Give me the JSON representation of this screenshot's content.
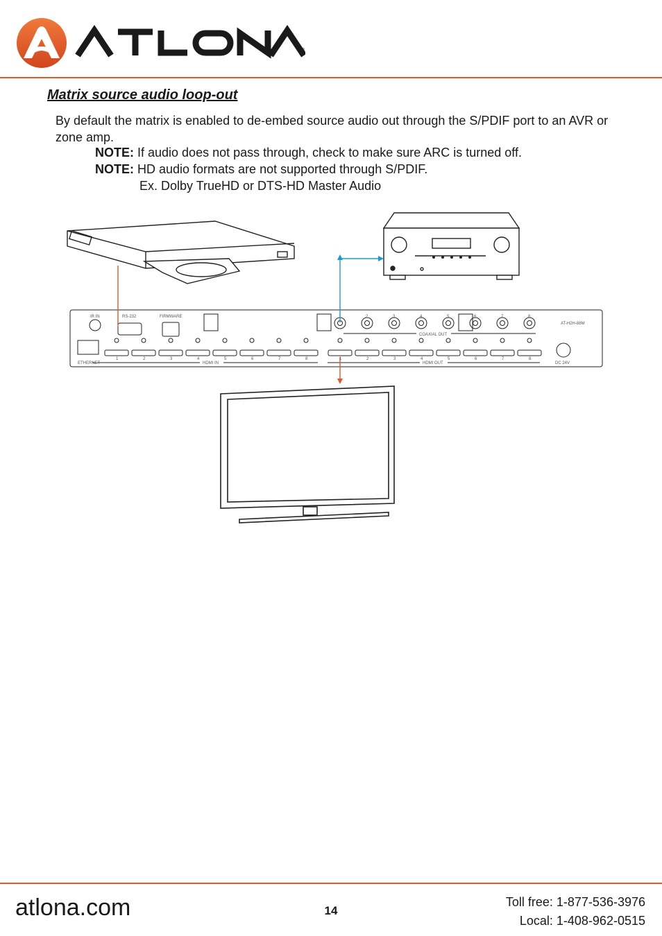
{
  "brand": {
    "name": "ATLONA",
    "registered": "®"
  },
  "section": {
    "title": "Matrix source audio loop-out"
  },
  "body": {
    "paragraph": "By default the matrix is enabled to de-embed source audio out through the S/PDIF port to an AVR or zone amp.",
    "notes": [
      {
        "label": "NOTE:",
        "text": " If audio does not pass through, check to make sure ARC is turned off."
      },
      {
        "label": "NOTE:",
        "text": " HD audio formats are not supported through S/PDIF."
      }
    ],
    "example": "Ex. Dolby TrueHD or DTS-HD Master Audio"
  },
  "diagram": {
    "labels": {
      "ir_in": "IR IN",
      "rs232": "RS-232",
      "firmware": "FIRMWARE",
      "ethernet": "ETHERNET",
      "hdmi_in": "HDMI IN",
      "hdmi_out": "HDMI OUT",
      "coaxial_out": "COAXIAL OUT",
      "dc": "DC 24V",
      "model": "AT-H2H-88M"
    },
    "hdmi_in_ports": [
      "1",
      "2",
      "3",
      "4",
      "5",
      "6",
      "7",
      "8"
    ],
    "hdmi_out_ports": [
      "1",
      "2",
      "3",
      "4",
      "5",
      "6",
      "7",
      "8"
    ],
    "coax_ports": [
      "1",
      "2",
      "3",
      "4",
      "5",
      "6",
      "7",
      "8"
    ],
    "colors": {
      "hdmi_line": "#e2592a",
      "audio_line": "#1a9bd7",
      "device_stroke": "#222222"
    }
  },
  "footer": {
    "website": "atlona.com",
    "page_number": "14",
    "toll_free": "Toll free: 1-877-536-3976",
    "local": "Local: 1-408-962-0515"
  }
}
